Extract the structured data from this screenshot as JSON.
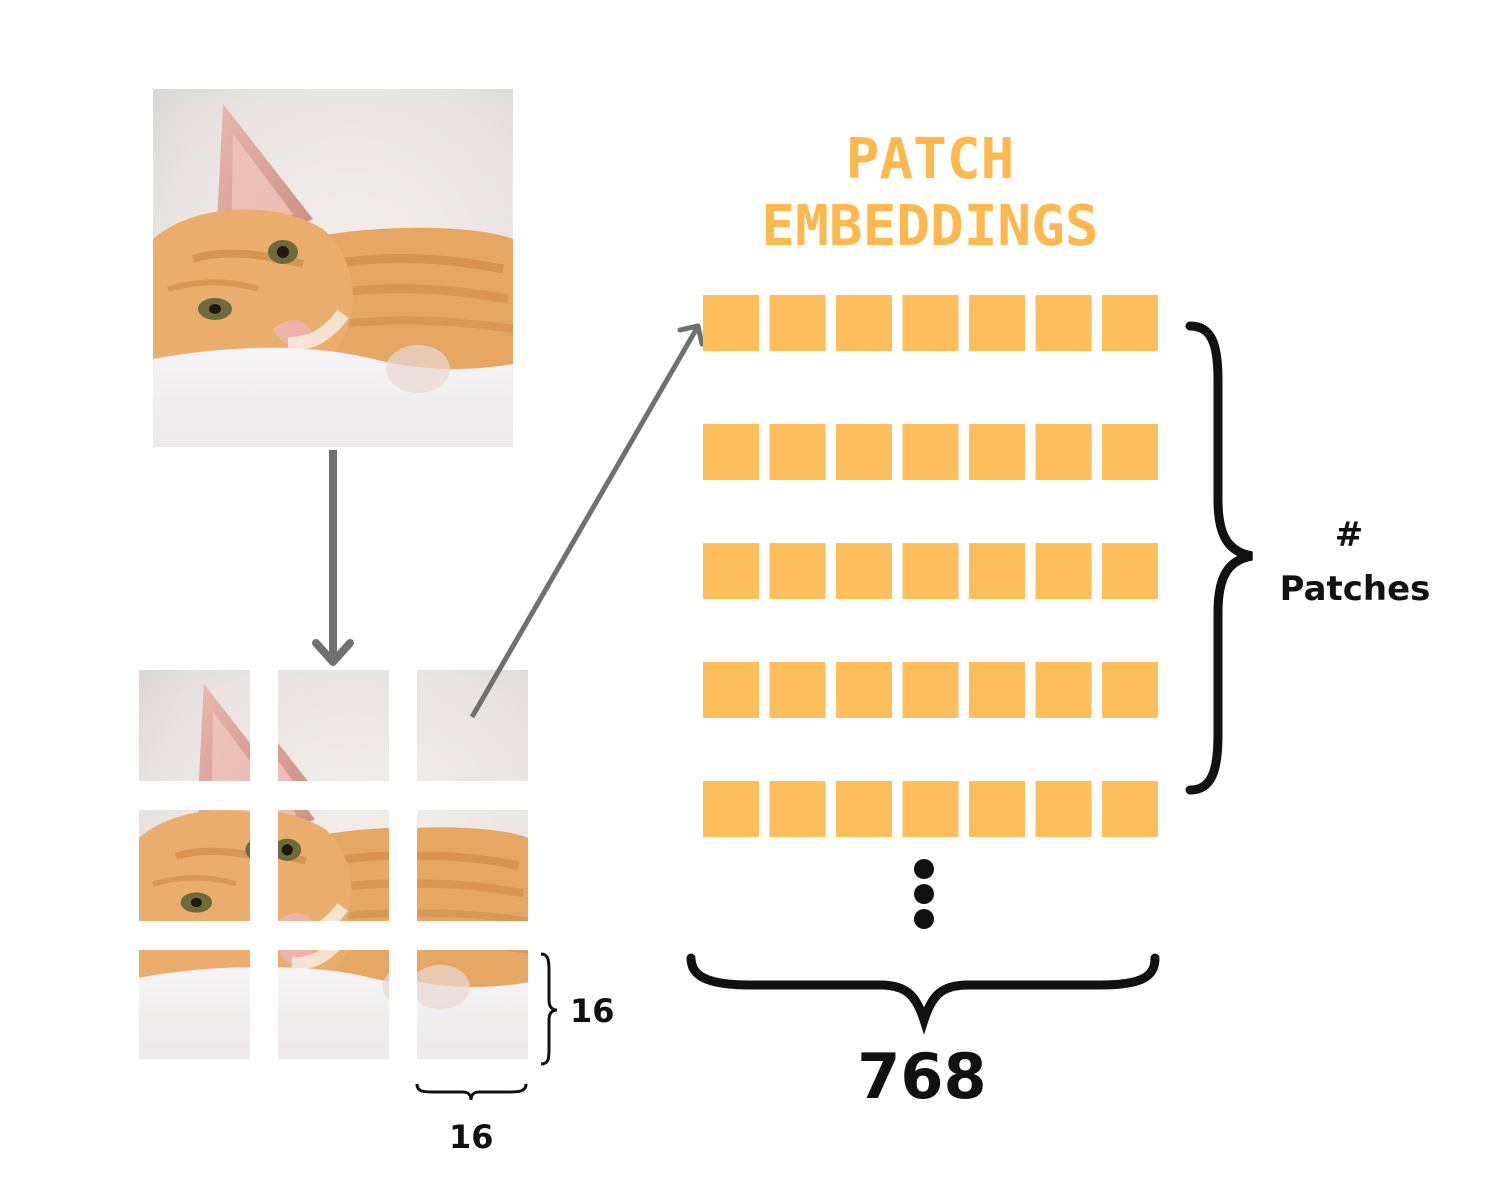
{
  "title": {
    "line1": "PATCH",
    "line2": "EMBEDDINGS"
  },
  "labels": {
    "patch_height": "16",
    "patch_width": "16",
    "num_patches_symbol": "#",
    "num_patches": "Patches",
    "embedding_dim": "768"
  },
  "grid": {
    "rows": 3,
    "cols": 3
  },
  "embeddings": {
    "rows": 5,
    "cols": 7
  },
  "colors": {
    "accent": "#FFBE5C",
    "title": "#FFB84D",
    "arrow": "#707070",
    "text": "#111111",
    "photo_bg": "#ECE8E6",
    "fur": "#E6A765"
  },
  "icons": {
    "ellipsis": "vertical-ellipsis-icon"
  }
}
